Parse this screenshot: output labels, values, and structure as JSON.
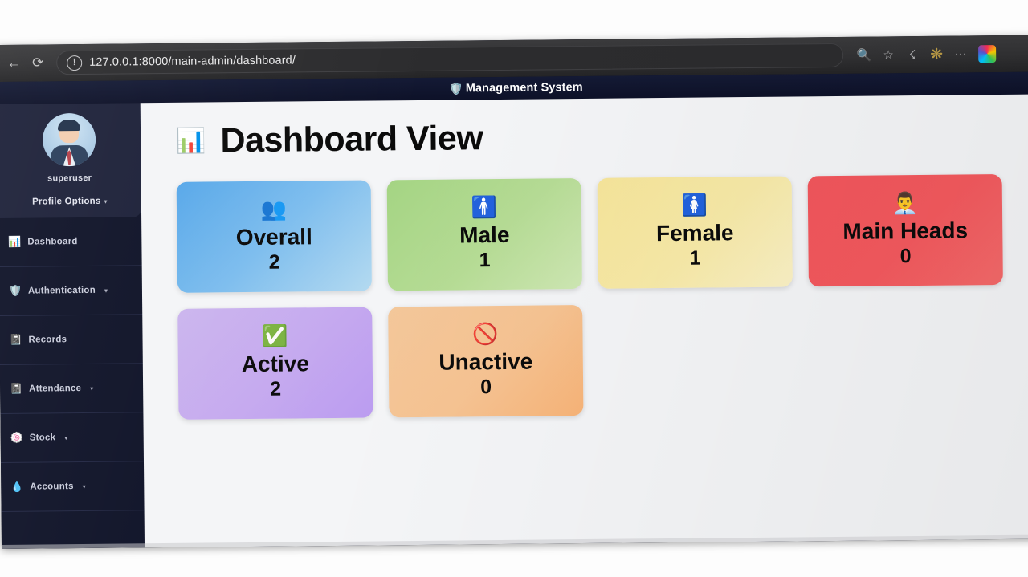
{
  "browser": {
    "url": "127.0.0.1:8000/main-admin/dashboard/",
    "back_icon": "back-arrow-icon",
    "reload_icon": "reload-icon",
    "site_info_icon": "info-icon",
    "zoom_icon": "search-icon",
    "favorite_icon": "star-icon",
    "collections_icon": "collections-icon",
    "extension_icon": "extension-icon",
    "more_icon": "more-menu-icon",
    "profile_icon": "profile-chip-icon"
  },
  "appbar": {
    "shield_icon": "🛡️",
    "title": "Management System"
  },
  "sidebar": {
    "username": "superuser",
    "profile_options_label": "Profile Options",
    "caret": "▾",
    "items": [
      {
        "label": "Dashboard",
        "icon": "📊",
        "icon_name": "bar-chart-icon",
        "has_caret": false,
        "caret": ""
      },
      {
        "label": "Authentication",
        "icon": "🛡️",
        "icon_name": "shield-icon",
        "has_caret": true,
        "caret": "▾"
      },
      {
        "label": "Records",
        "icon": "📓",
        "icon_name": "notebook-icon",
        "has_caret": false,
        "caret": ""
      },
      {
        "label": "Attendance",
        "icon": "📓",
        "icon_name": "notebook-icon",
        "has_caret": true,
        "caret": "▾"
      },
      {
        "label": "Stock",
        "icon": "🍥",
        "icon_name": "stock-icon",
        "has_caret": true,
        "caret": "▾"
      },
      {
        "label": "Accounts",
        "icon": "💧",
        "icon_name": "droplet-icon",
        "has_caret": true,
        "caret": "▾"
      }
    ]
  },
  "main": {
    "title_emoji": "📊",
    "title_emoji_name": "bar-chart-icon",
    "title": "Dashboard View",
    "cards_row1": [
      {
        "label": "Overall",
        "value": "2",
        "emoji": "👥",
        "emoji_name": "busts-icon",
        "color": "#56a7e9"
      },
      {
        "label": "Male",
        "value": "1",
        "emoji": "🚹",
        "emoji_name": "mens-room-icon",
        "color": "#a4d483"
      },
      {
        "label": "Female",
        "value": "1",
        "emoji": "🚺",
        "emoji_name": "womens-room-icon",
        "color": "#f6e59a"
      },
      {
        "label": "Main Heads",
        "value": "0",
        "emoji": "👨‍💼",
        "emoji_name": "businessman-icon",
        "color": "#f2565c"
      }
    ],
    "cards_row2": [
      {
        "label": "Active",
        "value": "2",
        "emoji": "✅",
        "emoji_name": "check-mark-icon",
        "color": "#c5a9ef"
      },
      {
        "label": "Unactive",
        "value": "0",
        "emoji": "🚫",
        "emoji_name": "prohibited-icon",
        "color": "#f6c392"
      }
    ]
  }
}
